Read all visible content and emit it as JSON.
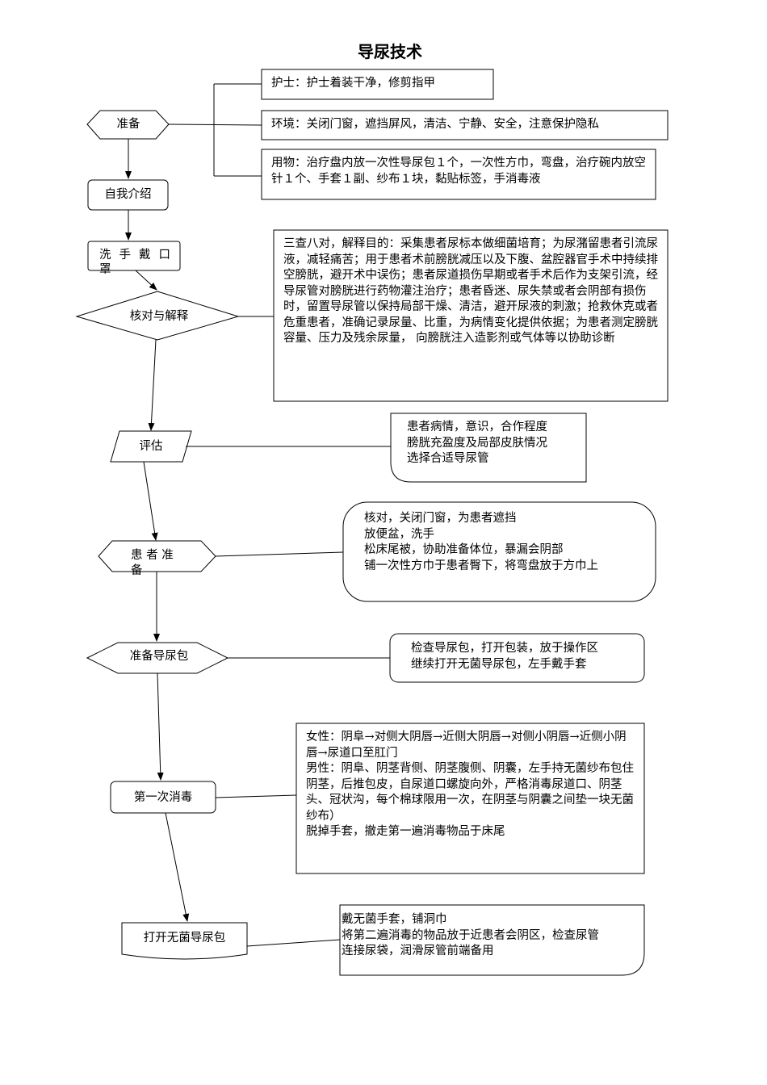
{
  "title": "导尿技术",
  "steps": {
    "prepare": "准备",
    "intro": "自我介绍",
    "wash": "洗 手 戴 口 罩",
    "verify": "核对与解释",
    "assess": "评估",
    "patient_prep": "患 者 准 备",
    "catheter_prep": "准备导尿包",
    "first_disinfect": "第一次消毒",
    "open_pack": "打开无菌导尿包"
  },
  "notes": {
    "nurse": "护士：护士着装干净，修剪指甲",
    "environment": "环境：关闭门窗，遮挡屏风，清洁、宁静、安全，注意保护隐私",
    "supplies": "用物：治疗盘内放一次性导尿包１个，一次性方巾，弯盘，治疗碗内放空针１个、手套１副、纱布１块，黏贴标签，手消毒液",
    "verify": "三查八对，解释目的：采集患者尿标本做细菌培育；为尿潴留患者引流尿液，减轻痛苦；用于患者术前膀胱减压以及下腹、盆腔器官手术中持续排空膀胱，避开术中误伤；患者尿道损伤早期或者手术后作为支架引流，经导尿管对膀胱进行药物灌注治疗；患者昏迷、尿失禁或者会阴部有损伤时，留置导尿管以保持局部干燥、清洁，避开尿液的刺激；抢救休克或者危重患者，准确记录尿量、比重，为病情变化提供依据；为患者测定膀胱容量、压力及残余尿量， 向膀胱注入造影剂或气体等以协助诊断",
    "assess": [
      "患者病情，意识，合作程度",
      "膀胱充盈度及局部皮肤情况",
      "选择合适导尿管"
    ],
    "patient_prep": [
      "核对，关闭门窗，为患者遮挡",
      "放便盆，洗手",
      "松床尾被，协助准备体位，暴漏会阴部",
      "铺一次性方巾于患者臀下，将弯盘放于方巾上"
    ],
    "catheter_prep": [
      "检查导尿包，打开包装，放于操作区",
      "继续打开无菌导尿包，左手戴手套"
    ],
    "first_disinfect": {
      "female": "女性：阴阜→对侧大阴唇→近侧大阴唇→对侧小阴唇→近侧小阴唇→尿道口至肛门",
      "male": "男性：阴阜、阴茎背侧、阴茎腹侧、阴囊，左手持无菌纱布包住阴茎，后推包皮，自尿道口螺旋向外，严格消毒尿道口、阴茎头、冠状沟，每个棉球限用一次，在阴茎与阴囊之间垫一块无菌纱布）",
      "after": "脱掉手套，撤走第一遍消毒物品于床尾"
    },
    "open_pack": [
      "戴无菌手套，铺洞巾",
      "将第二遍消毒的物品放于近患者会阴区，检查尿管",
      "连接尿袋，润滑尿管前端备用"
    ]
  }
}
